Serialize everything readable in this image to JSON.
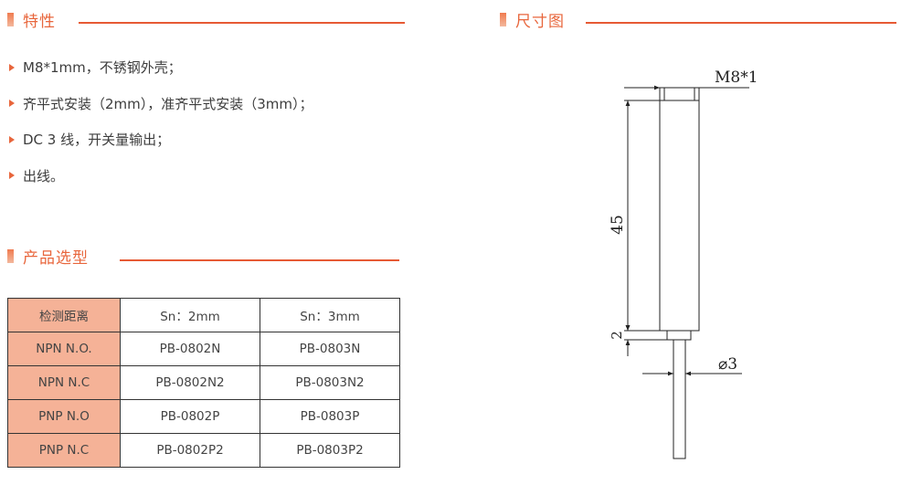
{
  "features": {
    "title": "特性",
    "items": [
      "M8*1mm，不锈钢外壳；",
      "齐平式安装（2mm），准齐平式安装（3mm）；",
      "DC 3 线，开关量输出；",
      "出线。"
    ]
  },
  "dimensions": {
    "title": "尺寸图",
    "thread_label": "M8*1",
    "length_label": "45",
    "gap_label": "2",
    "cable_label": "⌀3"
  },
  "selection": {
    "title": "产品选型",
    "header": [
      "检测距离",
      "Sn：2mm",
      "Sn：3mm"
    ],
    "rows": [
      [
        "NPN N.O.",
        "PB-0802N",
        "PB-0803N"
      ],
      [
        "NPN N.C",
        "PB-0802N2",
        "PB-0803N2"
      ],
      [
        "PNP N.O",
        "PB-0802P",
        "PB-0803P"
      ],
      [
        "PNP N.C",
        "PB-0802P2",
        "PB-0803P2"
      ]
    ]
  },
  "colors": {
    "accent": "#e8663c",
    "table_header_bg": "#f5b297"
  }
}
